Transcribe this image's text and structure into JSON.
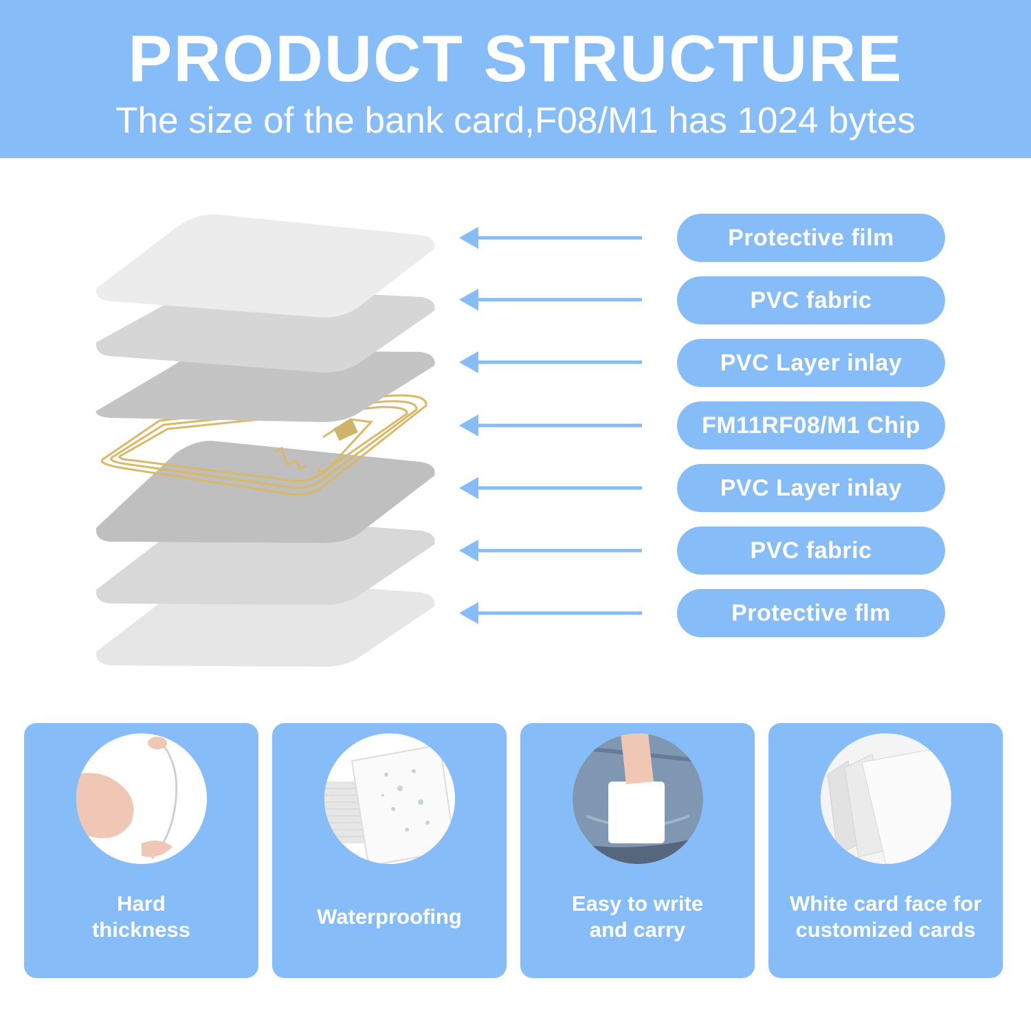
{
  "header": {
    "title": "PRODUCT STRUCTURE",
    "subtitle": "The size of the bank card,F08/M1 has 1024 bytes"
  },
  "colors": {
    "accent": "#86bcf7",
    "arrow": "#86bcf7",
    "antenna": "#d9b866",
    "layer_light": "#ececec",
    "layer_mid": "#d6d6d6",
    "layer_dark": "#bdbdbd"
  },
  "layers": [
    {
      "label": "Protective film"
    },
    {
      "label": "PVC fabric"
    },
    {
      "label": "PVC Layer inlay"
    },
    {
      "label": "FM11RF08/M1 Chip"
    },
    {
      "label": "PVC Layer inlay"
    },
    {
      "label": "PVC fabric"
    },
    {
      "label": "Protective flm"
    }
  ],
  "features": [
    {
      "label_line1": "Hard",
      "label_line2": "thickness",
      "icon": "card-bending-icon"
    },
    {
      "label_line1": "Waterproofing",
      "label_line2": "",
      "icon": "water-drops-card-icon"
    },
    {
      "label_line1": "Easy to write",
      "label_line2": "and carry",
      "icon": "pocket-card-icon"
    },
    {
      "label_line1": "White card face for",
      "label_line2": "customized cards",
      "icon": "card-stack-icon"
    }
  ]
}
